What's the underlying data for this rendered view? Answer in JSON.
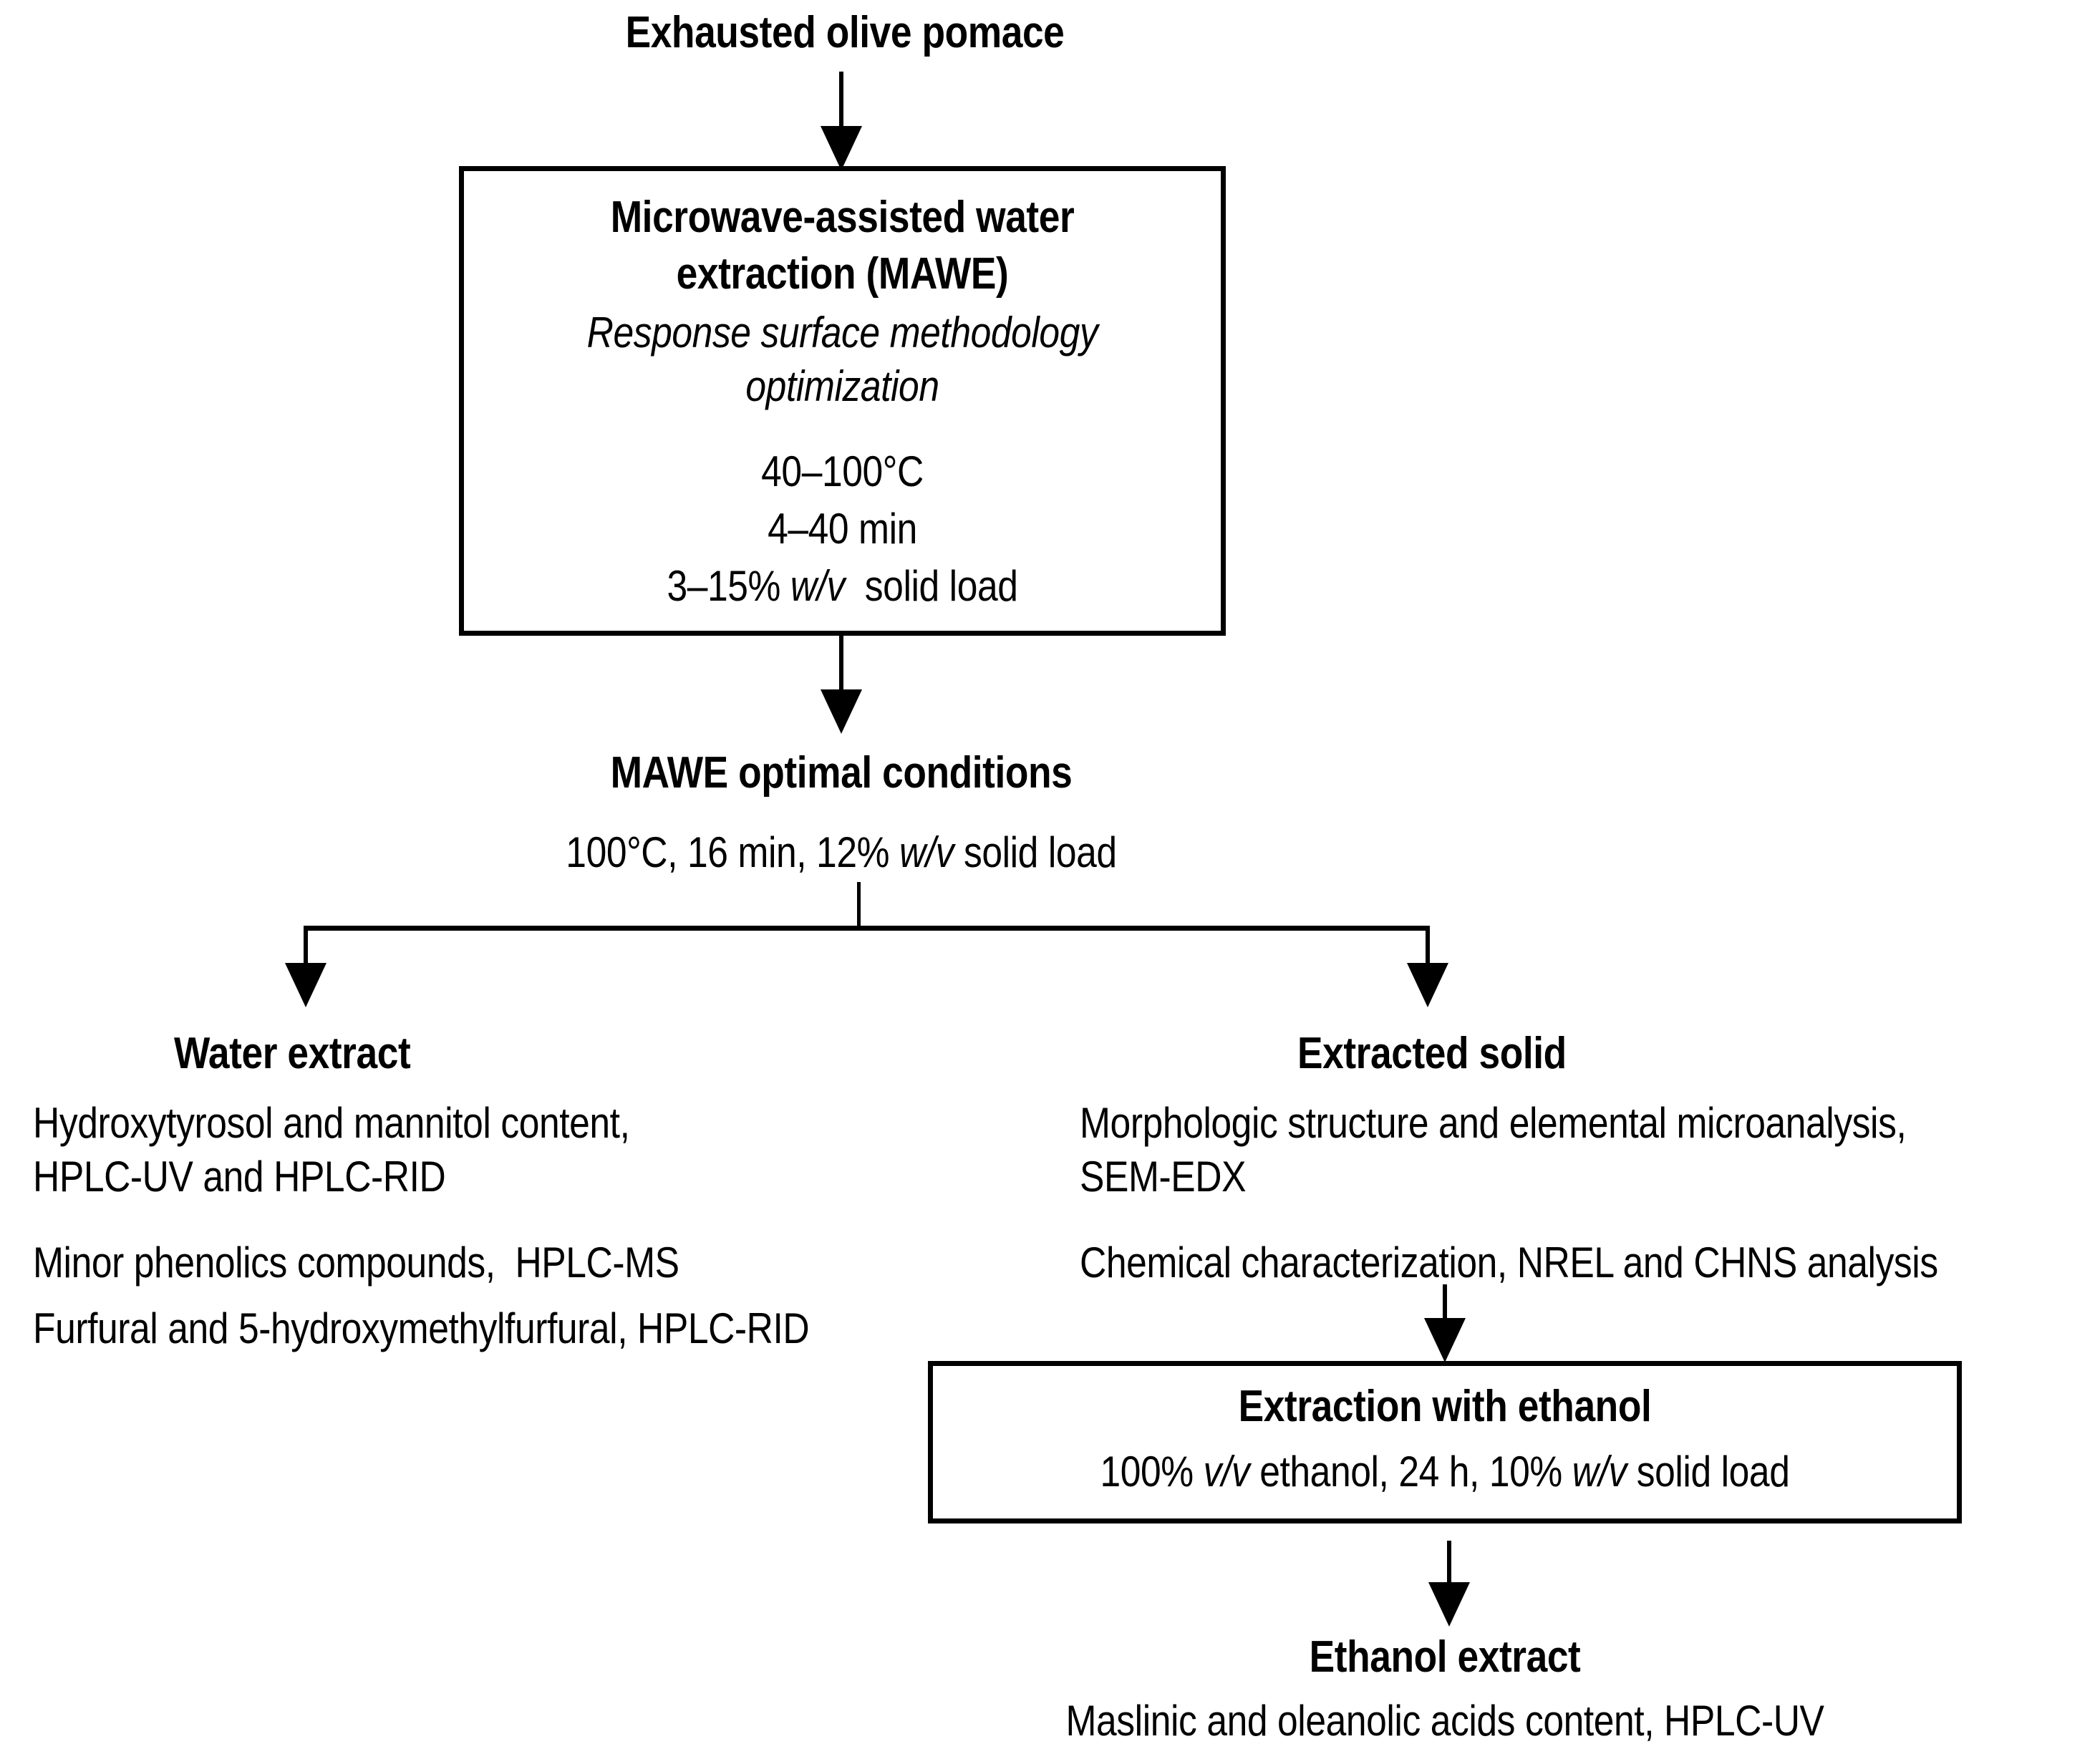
{
  "diagram": {
    "title_top": "Exhausted olive pomace",
    "mawe_box": {
      "heading_line1": "Microwave-assisted water",
      "heading_line2": "extraction (MAWE)",
      "subtitle_line1": "Response surface methodology",
      "subtitle_line2": "optimization",
      "param_temperature": "40–100°C",
      "param_time": "4–40 min",
      "param_solid_prefix": "3–15% ",
      "param_solid_italic": "w/v",
      "param_solid_suffix": "  solid load"
    },
    "optimal": {
      "heading": "MAWE optimal conditions",
      "value_prefix": "100°C, 16 min, 12% ",
      "value_italic": "w/v",
      "value_suffix": " solid load"
    },
    "water_branch": {
      "heading": "Water extract",
      "item1_line1": "Hydroxytyrosol and mannitol content,",
      "item1_line2": "HPLC-UV and HPLC-RID",
      "item2": "Minor phenolics compounds,  HPLC-MS",
      "item3": "Furfural and 5-hydroxymethylfurfural, HPLC-RID"
    },
    "solid_branch": {
      "heading": "Extracted solid",
      "item1_line1": "Morphologic structure and elemental microanalysis,",
      "item1_line2": "SEM-EDX",
      "item2": "Chemical characterization, NREL and CHNS analysis"
    },
    "ethanol_box": {
      "heading": "Extraction with ethanol",
      "value_prefix": "100% ",
      "value_italic1": "v/v",
      "value_mid": " ethanol, 24 h, 10% ",
      "value_italic2": "w/v",
      "value_suffix": " solid load"
    },
    "ethanol_extract": {
      "heading": "Ethanol extract",
      "item1": "Maslinic and oleanolic acids content, HPLC-UV"
    }
  },
  "colors": {
    "stroke": "#000000",
    "background": "#ffffff",
    "text": "#000000"
  }
}
